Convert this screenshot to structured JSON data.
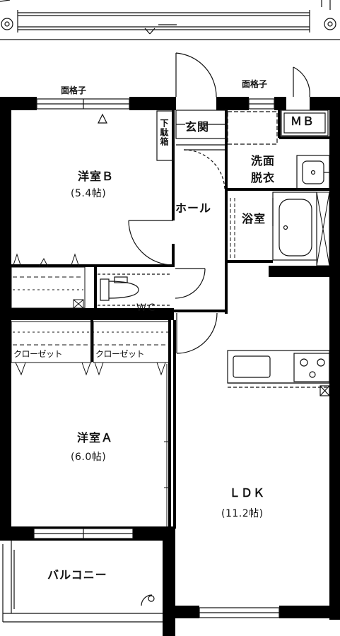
{
  "rooms": {
    "western_b": {
      "name": "洋室Ｂ",
      "size": "(5.4帖)"
    },
    "western_a": {
      "name": "洋室Ａ",
      "size": "(6.0帖)"
    },
    "ldk": {
      "name": "ＬＤＫ",
      "size": "(11.2帖)"
    },
    "hall": {
      "name": "ホール"
    },
    "bath": {
      "name": "浴室"
    },
    "washroom": {
      "line1": "洗面",
      "line2": "脱衣"
    },
    "entrance": {
      "name": "玄関"
    },
    "shoe_box": {
      "name": "下駄箱"
    },
    "wc": {
      "name": "ＷＣ"
    },
    "mb": {
      "name": "ＭＢ"
    },
    "balcony": {
      "name": "バルコニー"
    },
    "closet_left": {
      "name": "クローゼット"
    },
    "closet_right": {
      "name": "クローゼット"
    }
  },
  "labels": {
    "lattice_window_left": "面格子",
    "lattice_window_right": "面格子"
  },
  "colors": {
    "wall": "#000000",
    "line": "#111111",
    "background": "#ffffff"
  }
}
